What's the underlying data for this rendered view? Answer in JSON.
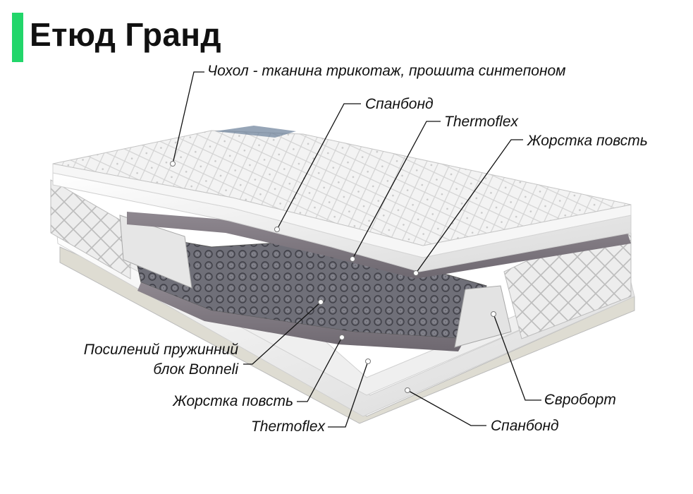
{
  "title": "Етюд Гранд",
  "accent_color": "#22d66a",
  "labels": {
    "cover": "Чохол - тканина трикотаж, прошита синтепоном",
    "spunbond_top": "Спанбонд",
    "thermoflex_top": "Thermoflex",
    "felt_top": "Жорстка повсть",
    "spring_line1": "Посилений пружинний",
    "spring_line2": "блок Bonneli",
    "felt_bottom": "Жорстка повсть",
    "thermoflex_bottom": "Thermoflex",
    "euroframe": "Євроборт",
    "spunbond_bottom": "Спанбонд"
  }
}
